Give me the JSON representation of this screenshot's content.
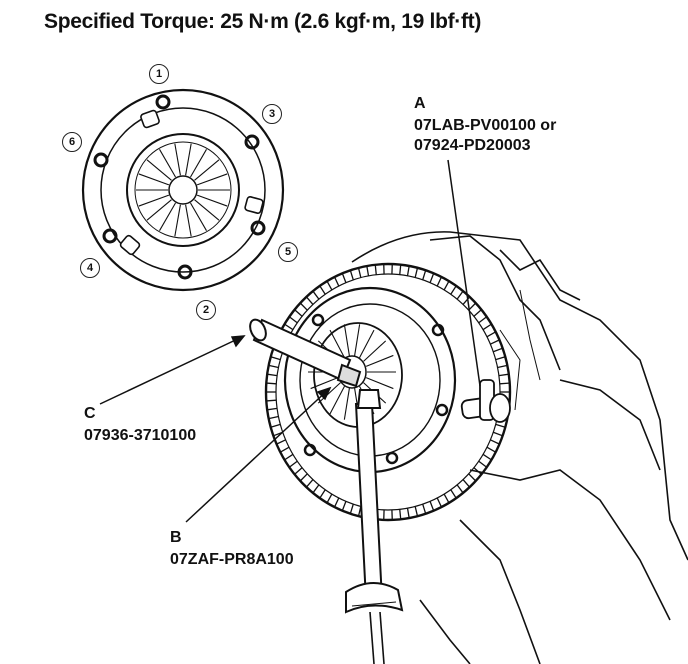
{
  "title": "Specified Torque:   25 N·m (2.6 kgf·m, 19 lbf·ft)",
  "callouts": {
    "a": {
      "letter": "A",
      "line1": "07LAB-PV00100 or",
      "line2": "07924-PD20003"
    },
    "b": {
      "letter": "B",
      "line1": "07ZAF-PR8A100"
    },
    "c": {
      "letter": "C",
      "line1": "07936-3710100"
    }
  },
  "sequence": [
    "1",
    "2",
    "3",
    "4",
    "5",
    "6"
  ]
}
